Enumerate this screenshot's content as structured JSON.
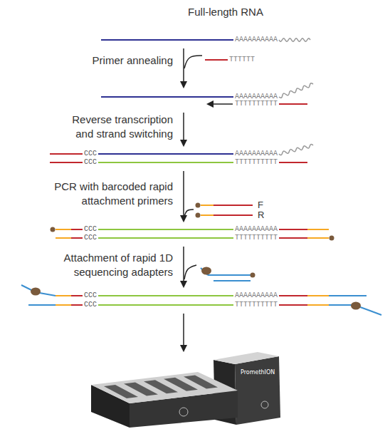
{
  "diagram": {
    "labels": [
      "Full-length RNA",
      "AAAAAAAAAA",
      "Primer annealing",
      "TTTTTT",
      "AAAAAAAAAA",
      "TTTTTTTTTT",
      "Reverse transcription and strand switching",
      "CCC",
      "AAAAAAAAAA",
      "CCC",
      "TTTTTTTTTT",
      "PCR with barcoded rapid attachment primers",
      "F",
      "R",
      "CCC",
      "AAAAAAAAAA",
      "CCC",
      "TTTTTTTTTT",
      "Attachment of rapid 1D sequencing adapters",
      "CCC",
      "AAAAAAAAAA",
      "CCC",
      "TTTTTTTTTT",
      "PromethION"
    ]
  }
}
